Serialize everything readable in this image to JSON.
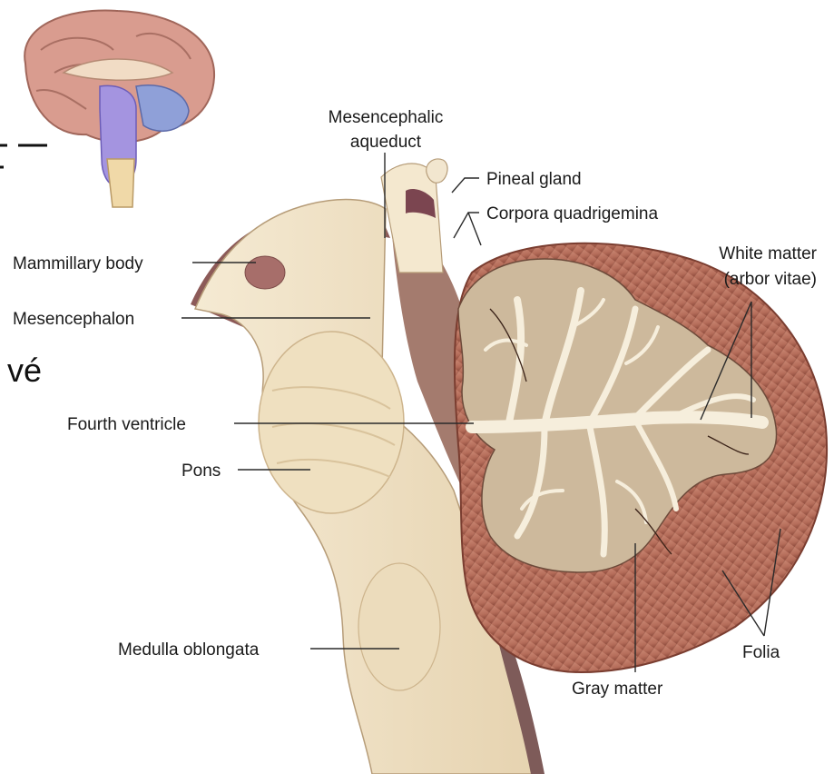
{
  "diagram": {
    "labels": {
      "mesencephalic_aqueduct_line1": "Mesencephalic",
      "mesencephalic_aqueduct_line2": "aqueduct",
      "pineal_gland": "Pineal gland",
      "corpora_quadrigemina": "Corpora quadrigemina",
      "mammillary_body": "Mammillary body",
      "mesencephalon": "Mesencephalon",
      "white_matter_line1": "White matter",
      "white_matter_line2": "(arbor vitae)",
      "fourth_ventricle": "Fourth ventricle",
      "pons": "Pons",
      "medulla_oblongata": "Medulla oblongata",
      "folia": "Folia",
      "gray_matter": "Gray matter"
    },
    "slide_fragment": "vé",
    "colors": {
      "brainstem_cream": "#efe1c4",
      "cerebellum_red": "#b56d5a",
      "gray_matter": "#cdb99c",
      "white_matter": "#f3ead6",
      "thumbnail_brain": "#d69a8d",
      "thumbnail_highlight": "#9b8fd8"
    }
  }
}
